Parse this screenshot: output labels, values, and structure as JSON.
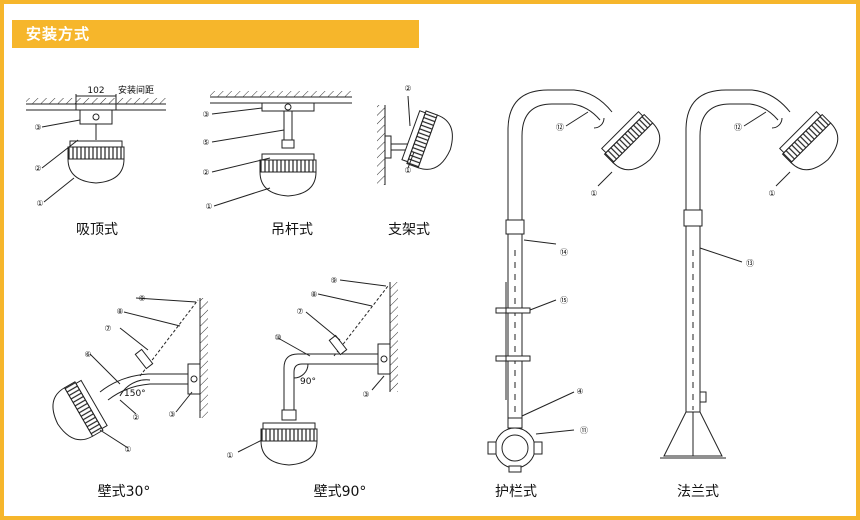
{
  "header": {
    "title": "安装方式"
  },
  "colors": {
    "accent": "#F6B62B",
    "line": "#222222"
  },
  "methods": [
    {
      "id": "ceiling",
      "caption": "吸顶式"
    },
    {
      "id": "pendant",
      "caption": "吊杆式"
    },
    {
      "id": "bracket",
      "caption": "支架式"
    },
    {
      "id": "wall30",
      "caption": "壁式30°"
    },
    {
      "id": "wall90",
      "caption": "壁式90°"
    },
    {
      "id": "guardrail",
      "caption": "护栏式"
    },
    {
      "id": "flange",
      "caption": "法兰式"
    }
  ],
  "annotations": {
    "spacing_value": "102",
    "spacing_label": "安装间距",
    "angle_150": "150°",
    "angle_90": "90°"
  },
  "callouts": [
    "①",
    "②",
    "③",
    "④",
    "⑤",
    "⑥",
    "⑦",
    "⑧",
    "⑨",
    "⑩",
    "⑪",
    "⑫",
    "⑬",
    "⑭",
    "⑮"
  ]
}
